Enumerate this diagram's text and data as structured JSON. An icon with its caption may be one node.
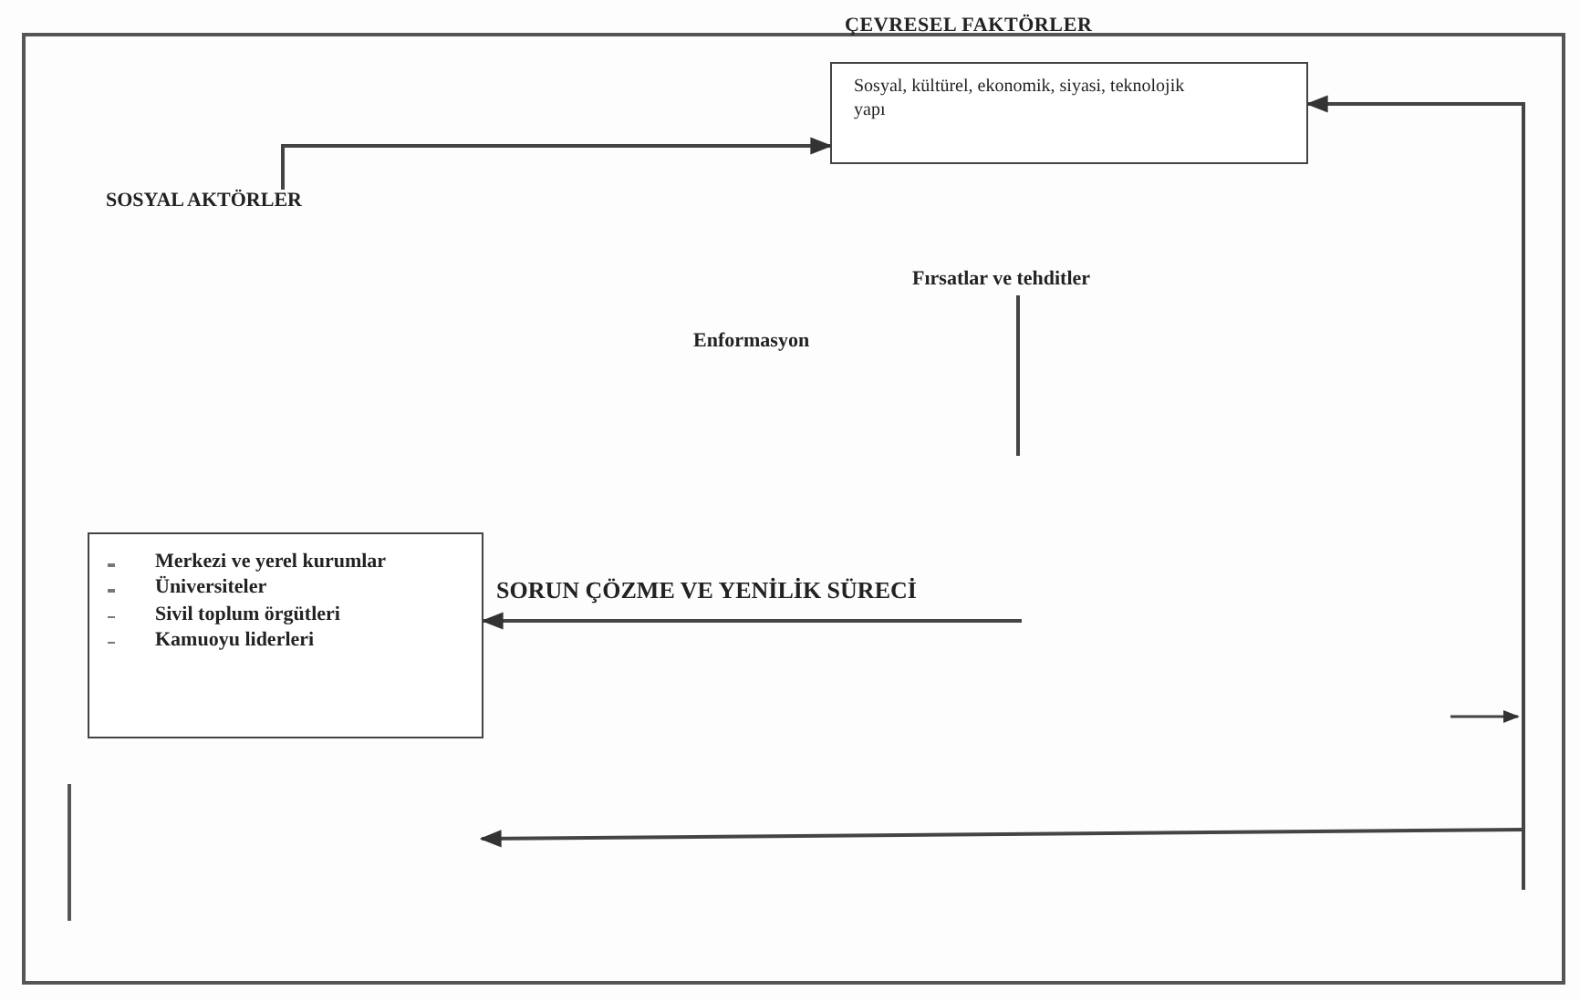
{
  "diagram": {
    "nodes": [
      {
        "text": [
          "ÇEVRESEL FAKTÖRLER",
          "Sosyal, kültürel, ekonomik, siyasi, teknolojik yapı"
        ]
      },
      {
        "text": [
          "SOSYAL AKTÖRLER"
        ]
      },
      {
        "text": [
          "Fırsatlar ve tehditler"
        ]
      },
      {
        "text": [
          "Enformasyon"
        ]
      },
      {
        "text": [
          "Merkezi ve yerel kurumlar",
          "Üniversiteler",
          "Sivil toplum örgütleri",
          "Kamuoyu liderleri"
        ]
      },
      {
        "text": [
          "SORUN ÇÖZME VE YENİLİK SÜRECİ"
        ]
      }
    ],
    "edges": [
      {
        "from": 1,
        "to": 0,
        "arrow": "to"
      },
      {
        "from": null,
        "to": 0,
        "arrow": "to"
      },
      {
        "from": null,
        "to": 4,
        "arrow": "to"
      },
      {
        "from": 2,
        "to": null,
        "arrow": "none"
      }
    ]
  }
}
